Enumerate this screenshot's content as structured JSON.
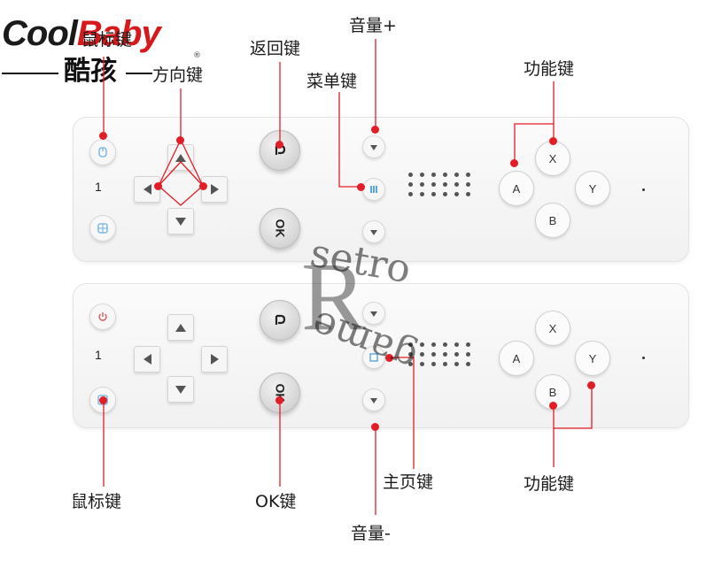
{
  "brand": {
    "name_part1": "Cool",
    "name_part2": "Baby",
    "subtitle": "酷孩",
    "registered": "®",
    "color_dark": "#1a1a1a",
    "color_red": "#d7191c"
  },
  "labels": {
    "mouse_key_top": "鼠标键",
    "direction_key": "方向键",
    "back_key": "返回键",
    "volume_up": "音量+",
    "menu_key": "菜单键",
    "function_key_top": "功能键",
    "mouse_key_bottom": "鼠标键",
    "ok_key": "OK键",
    "home_key": "主页键",
    "volume_down": "音量-",
    "function_key_bottom": "功能键"
  },
  "remote_top": {
    "player_number": "1",
    "ok_label": "OK",
    "face_buttons": {
      "x": "X",
      "a": "A",
      "y": "Y",
      "b": "B"
    }
  },
  "remote_bottom": {
    "player_number": "1",
    "ok_label": "OK",
    "face_buttons": {
      "x": "X",
      "a": "A",
      "y": "Y",
      "b": "B"
    }
  },
  "watermark": {
    "text_setro": "setro",
    "text_game": "game",
    "letter": "R"
  },
  "colors": {
    "annotation": "#e41c25",
    "remote_body": "#f5f5f5"
  }
}
